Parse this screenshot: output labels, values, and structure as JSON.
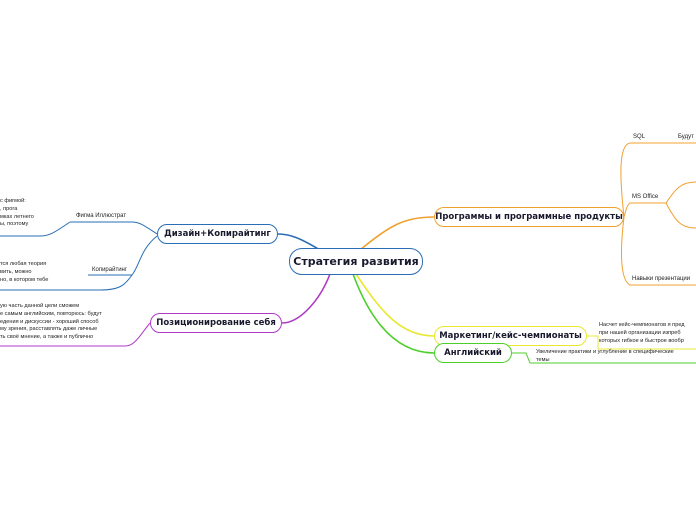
{
  "central": "Стратегия развития",
  "branches": {
    "programs": {
      "label": "Программы и программные продукты",
      "color": "#f0a030",
      "sql": {
        "label": "SQL",
        "detail": "Будут"
      },
      "msoffice": {
        "label": "MS Office"
      },
      "presentations": {
        "label": "Навыки презентации"
      }
    },
    "marketing": {
      "label": "Маркетинг/кейс-чемпионаты",
      "color": "#e8e830",
      "note": "Насчет кейс-чемпионатов я пред\nпри нашей организации изпреб\nкоторых гибкое и быстрое вообр"
    },
    "english": {
      "label": "Английский",
      "color": "#4ccf2a",
      "note": "Увеличение практики и углубление в специфические\nтемы"
    },
    "design": {
      "label": "Дизайн+Копирайтинг",
      "color": "#2a6db5",
      "figma": {
        "label": "Фигма Иллюстрат",
        "note": "с фигмой:\n, прога\nмках летнего\nы, поэтому"
      },
      "copywriting": {
        "label": "Копирайтинг",
        "note": "тся любая теория\nвить, можно\nно, в котором тебе"
      }
    },
    "positioning": {
      "label": "Позиционирование себя",
      "color": "#b03ac8",
      "note": "ую часть данной цели сможем\nе самым английским, повторюсь: будут\nедения и дискуссии - хороший способ\nму зрения, расставлять даже личные\nть своё мнение, а также и публично"
    }
  }
}
